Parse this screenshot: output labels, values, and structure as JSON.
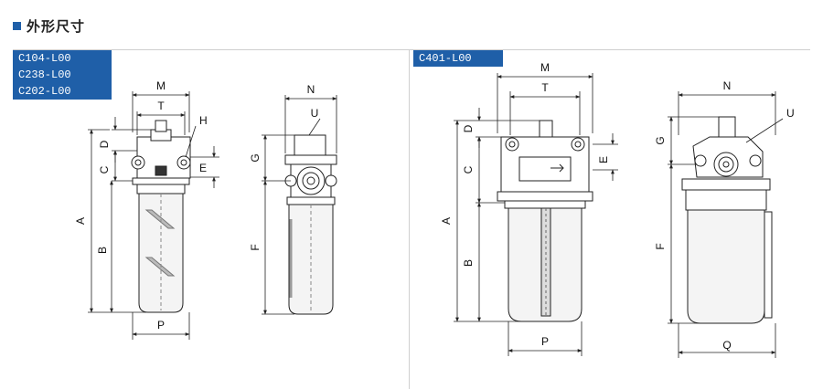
{
  "header": {
    "title": "外形尺寸"
  },
  "left_models": [
    "C104-L00",
    "C238-L00",
    "C202-L00"
  ],
  "right_models": [
    "C401-L00"
  ],
  "dimension_labels": {
    "left_front": {
      "M": "M",
      "T": "T",
      "H": "H",
      "D": "D",
      "C": "C",
      "E": "E",
      "A": "A",
      "B": "B",
      "P": "P"
    },
    "left_side": {
      "N": "N",
      "U": "U",
      "G": "G",
      "F": "F"
    },
    "right_front": {
      "M": "M",
      "T": "T",
      "D": "D",
      "C": "C",
      "E": "E",
      "A": "A",
      "B": "B",
      "P": "P"
    },
    "right_side": {
      "N": "N",
      "U": "U",
      "G": "G",
      "F": "F",
      "Q": "Q"
    }
  },
  "colors": {
    "accent": "#1f5fa8",
    "line": "#222222",
    "bowl": "#f4f4f4"
  }
}
